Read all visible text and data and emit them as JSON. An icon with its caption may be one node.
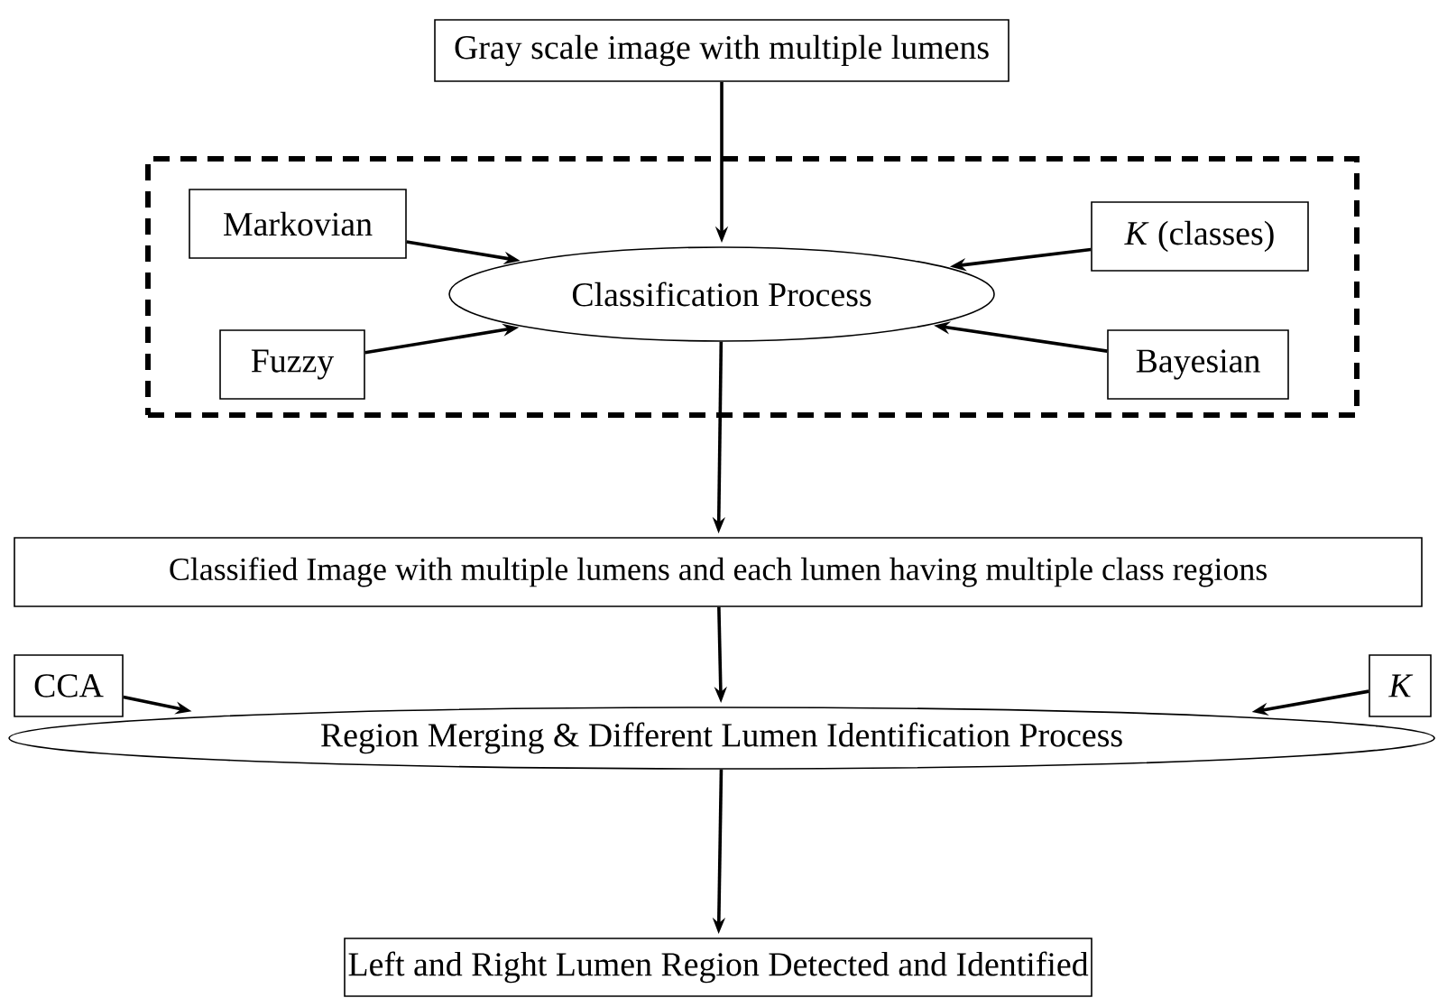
{
  "diagram": {
    "nodes": [
      {
        "text": [
          "Gray scale image with multiple lumens"
        ]
      },
      {
        "text": [],
        "shape": "box"
      },
      {
        "text": [
          "Markovian"
        ],
        "in": 1
      },
      {
        "text": [
          "*K* (classes)"
        ],
        "in": 1
      },
      {
        "text": [
          "Classification Process"
        ],
        "in": 1
      },
      {
        "text": [
          "Fuzzy"
        ],
        "in": 1
      },
      {
        "text": [
          "Bayesian"
        ],
        "in": 1
      },
      {
        "text": [
          "Classified Image with multiple lumens and each lumen having multiple class regions"
        ]
      },
      {
        "text": [
          "CCA"
        ]
      },
      {
        "text": [
          "K"
        ]
      },
      {
        "text": [
          "Region Merging & Different Lumen Identification Process"
        ]
      },
      {
        "text": [
          "Left and Right Lumen Region Detected and Identified"
        ]
      }
    ],
    "edges": [
      {
        "from": 0,
        "to": 4,
        "arrow": "to"
      },
      {
        "from": 2,
        "to": 4,
        "arrow": "to"
      },
      {
        "from": 3,
        "to": 4,
        "arrow": "to"
      },
      {
        "from": 5,
        "to": 4,
        "arrow": "to"
      },
      {
        "from": 6,
        "to": 4,
        "arrow": "to"
      },
      {
        "from": 4,
        "to": 7,
        "arrow": "to"
      },
      {
        "from": 7,
        "to": 10,
        "arrow": "to"
      },
      {
        "from": 8,
        "to": 10,
        "arrow": "to"
      },
      {
        "from": 9,
        "to": 10,
        "arrow": "to"
      },
      {
        "from": 10,
        "to": 11,
        "arrow": "to"
      }
    ]
  }
}
